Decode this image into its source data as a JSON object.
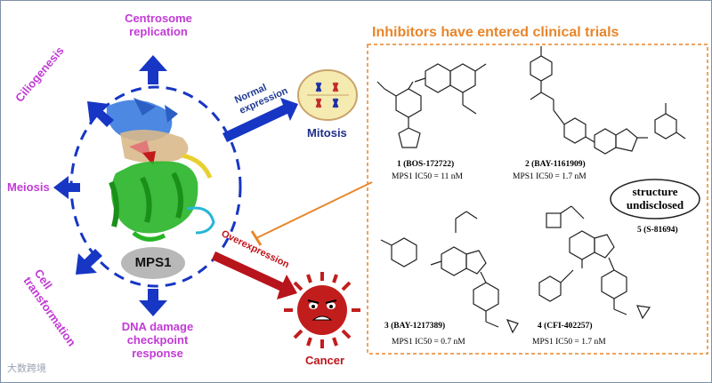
{
  "outcomes": {
    "centrosome": "Centrosome replication",
    "ciliogenesis": "Ciliogenesis",
    "meiosis": "Meiosis",
    "cell_transformation": "Cell transformation",
    "dna_damage": "DNA damage checkpoint response"
  },
  "center": {
    "label": "MPS1"
  },
  "normal": {
    "label": "Normal expression",
    "result": "Mitosis"
  },
  "over": {
    "label": "Overexpression",
    "result": "Cancer"
  },
  "panel": {
    "title": "Inhibitors have entered clinical trials"
  },
  "compounds": [
    {
      "name": "1 (BOS-172722)",
      "ic50": "MPS1  IC50 = 11 nM"
    },
    {
      "name": "2 (BAY-1161909)",
      "ic50": "MPS1  IC50 = 1.7 nM"
    },
    {
      "name": "3 (BAY-1217389)",
      "ic50": "MPS1 IC50 = 0.7 nM"
    },
    {
      "name": "4 (CFI-402257)",
      "ic50": "MPS1 IC50 = 1.7 nM"
    },
    {
      "name": "5 (S-81694)",
      "ic50": ""
    }
  ],
  "undisclosed": "structure undisclosed",
  "watermark": "大数跨境",
  "colors": {
    "arrow_blue": "#1736c4",
    "arrow_red": "#b8141b",
    "label_purple": "#c23bd6",
    "panel_orange": "#e8862a"
  }
}
